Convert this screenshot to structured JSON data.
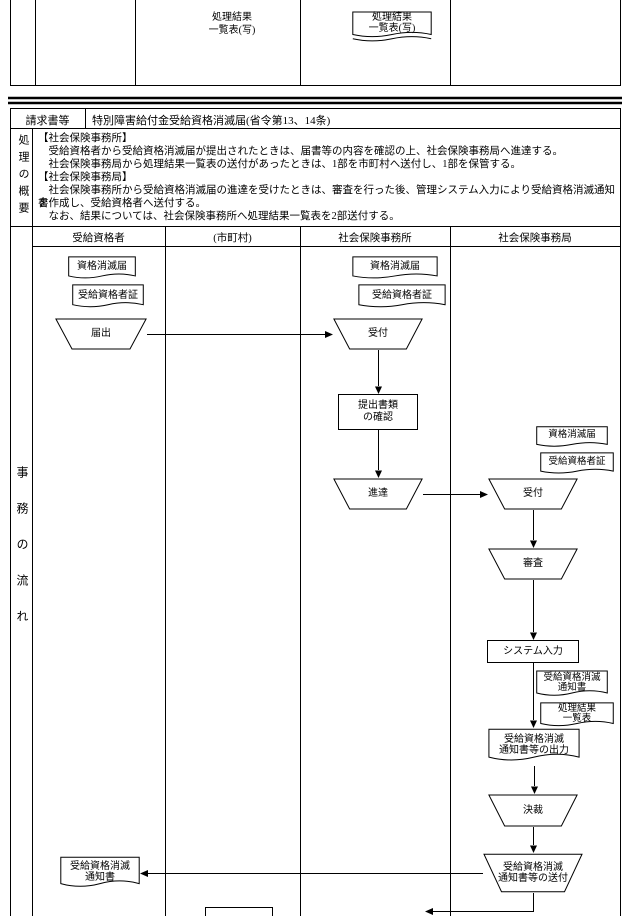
{
  "top": {
    "doc_plain": "処理結果\n一覧表(写)",
    "doc_boxed": "処理結果\n一覧表(写)"
  },
  "request": {
    "label": "請求書等",
    "value": "特別障害給付金受給資格消滅届(省令第13、14条)"
  },
  "summary": {
    "label": "処理の概要",
    "lines": [
      "【社会保険事務所】",
      "　受給資格者から受給資格消滅届が提出されたときは、届書等の内容を確認の上、社会保険事務局へ進達する。",
      "　社会保険事務局から処理結果一覧表の送付があったときは、1部を市町村へ送付し、1部を保管する。",
      "【社会保険事務局】",
      "　社会保険事務所から受給資格消滅届の進達を受けたときは、審査を行った後、管理システム入力により受給資格消滅通知書",
      "を作成し、受給資格者へ送付する。",
      "　なお、結果については、社会保険事務所へ処理結果一覧表を2部送付する。"
    ]
  },
  "flow": {
    "label": "事務の流れ",
    "columns": [
      "受給資格者",
      "(市町村)",
      "社会保険事務所",
      "社会保険事務局"
    ],
    "shapes": {
      "c1_doc1": "資格消滅届",
      "c1_doc2": "受給資格者証",
      "c1_submit": "届出",
      "c1_notice": "受給資格消滅\n通知書",
      "c3_doc1": "資格消滅届",
      "c3_doc2": "受給資格者証",
      "c3_accept": "受付",
      "c3_check": "提出書類\nの確認",
      "c3_forward": "進達",
      "c4_doc1": "資格消滅届",
      "c4_doc2": "受給資格者証",
      "c4_accept": "受付",
      "c4_review": "審査",
      "c4_input": "システム入力",
      "c4_doc3": "受給資格消滅\n通知書",
      "c4_doc4": "処理結果\n一覧表",
      "c4_output": "受給資格消滅\n通知書等の出力",
      "c4_approve": "決裁",
      "c4_send": "受給資格消滅\n通知書等の送付"
    }
  }
}
